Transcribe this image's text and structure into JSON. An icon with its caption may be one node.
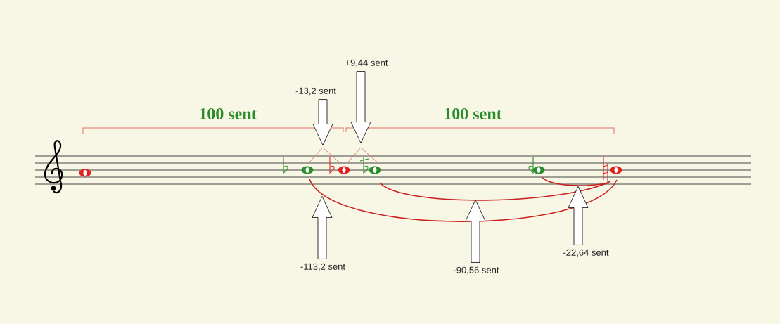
{
  "diagram": {
    "nodes": [
      {
        "text": [
          "+9,44 sent"
        ]
      },
      {
        "text": [
          "-13,2 sent"
        ]
      },
      {
        "text": [
          "-113,2 sent"
        ]
      },
      {
        "text": [
          "-90,56 sent"
        ]
      },
      {
        "text": [
          "-22,64 sent"
        ]
      }
    ],
    "edges": [
      {
        "from": 0,
        "to": null,
        "arrow": "to"
      },
      {
        "from": 1,
        "to": null,
        "arrow": "to"
      },
      {
        "from": 2,
        "to": null,
        "arrow": "to"
      },
      {
        "from": 3,
        "to": null,
        "arrow": "to"
      },
      {
        "from": 4,
        "to": null,
        "arrow": "to"
      }
    ],
    "labels": [
      "100 sent",
      "100 sent"
    ]
  }
}
